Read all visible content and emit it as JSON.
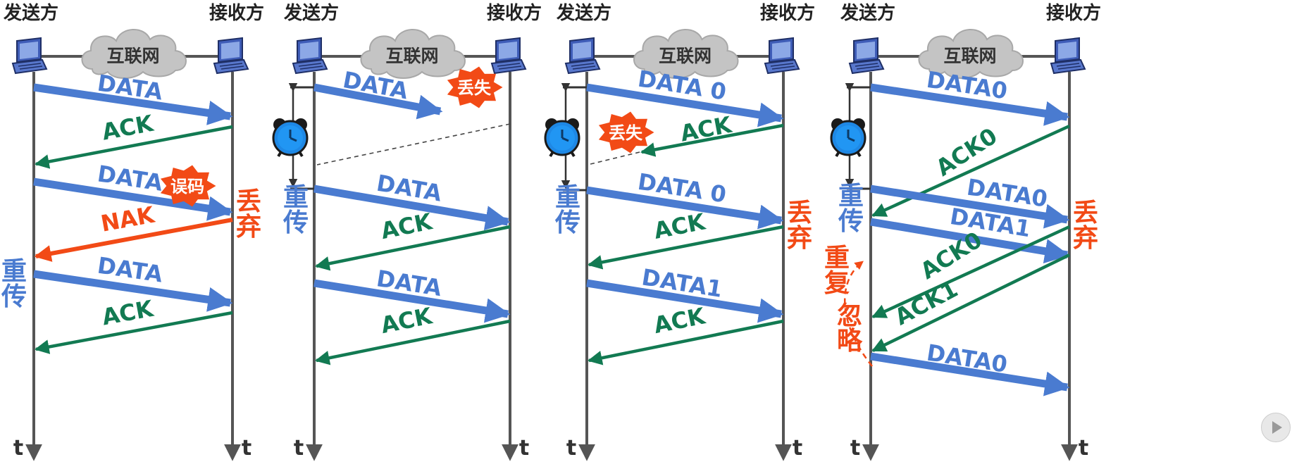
{
  "labels": {
    "sender": "发送方",
    "receiver": "接收方",
    "internet": "互联网",
    "time": "t",
    "retransmit": [
      "重",
      "传"
    ],
    "discard": [
      "丢",
      "弃"
    ],
    "duplicate_ignore": [
      "重",
      "复",
      "忽",
      "略"
    ]
  },
  "badges": {
    "lost": "丢失",
    "error": "误码"
  },
  "colors": {
    "data": "#4a7bd0",
    "ack": "#127a52",
    "nak": "#f24a16",
    "badge": "#f24a16",
    "line": "#555555"
  },
  "panels": [
    {
      "messages": [
        {
          "kind": "data",
          "text": "DATA"
        },
        {
          "kind": "ack",
          "text": "ACK"
        },
        {
          "kind": "data",
          "text": "DATA",
          "badge": "error"
        },
        {
          "kind": "nak",
          "text": "NAK"
        },
        {
          "kind": "data",
          "text": "DATA"
        },
        {
          "kind": "ack",
          "text": "ACK"
        }
      ]
    },
    {
      "messages": [
        {
          "kind": "data",
          "text": "DATA",
          "badge": "lost"
        },
        {
          "kind": "data",
          "text": "DATA"
        },
        {
          "kind": "ack",
          "text": "ACK"
        },
        {
          "kind": "data",
          "text": "DATA"
        },
        {
          "kind": "ack",
          "text": "ACK"
        }
      ]
    },
    {
      "messages": [
        {
          "kind": "data",
          "text": "DATA 0"
        },
        {
          "kind": "ack",
          "text": "ACK",
          "badge": "lost"
        },
        {
          "kind": "data",
          "text": "DATA 0"
        },
        {
          "kind": "ack",
          "text": "ACK"
        },
        {
          "kind": "data",
          "text": "DATA1"
        },
        {
          "kind": "ack",
          "text": "ACK"
        }
      ]
    },
    {
      "messages": [
        {
          "kind": "data",
          "text": "DATA0"
        },
        {
          "kind": "ack",
          "text": "ACK0"
        },
        {
          "kind": "data",
          "text": "DATA0"
        },
        {
          "kind": "data",
          "text": "DATA1"
        },
        {
          "kind": "ack",
          "text": "ACK0"
        },
        {
          "kind": "ack",
          "text": "ACK1"
        },
        {
          "kind": "data",
          "text": "DATA0"
        }
      ]
    }
  ]
}
